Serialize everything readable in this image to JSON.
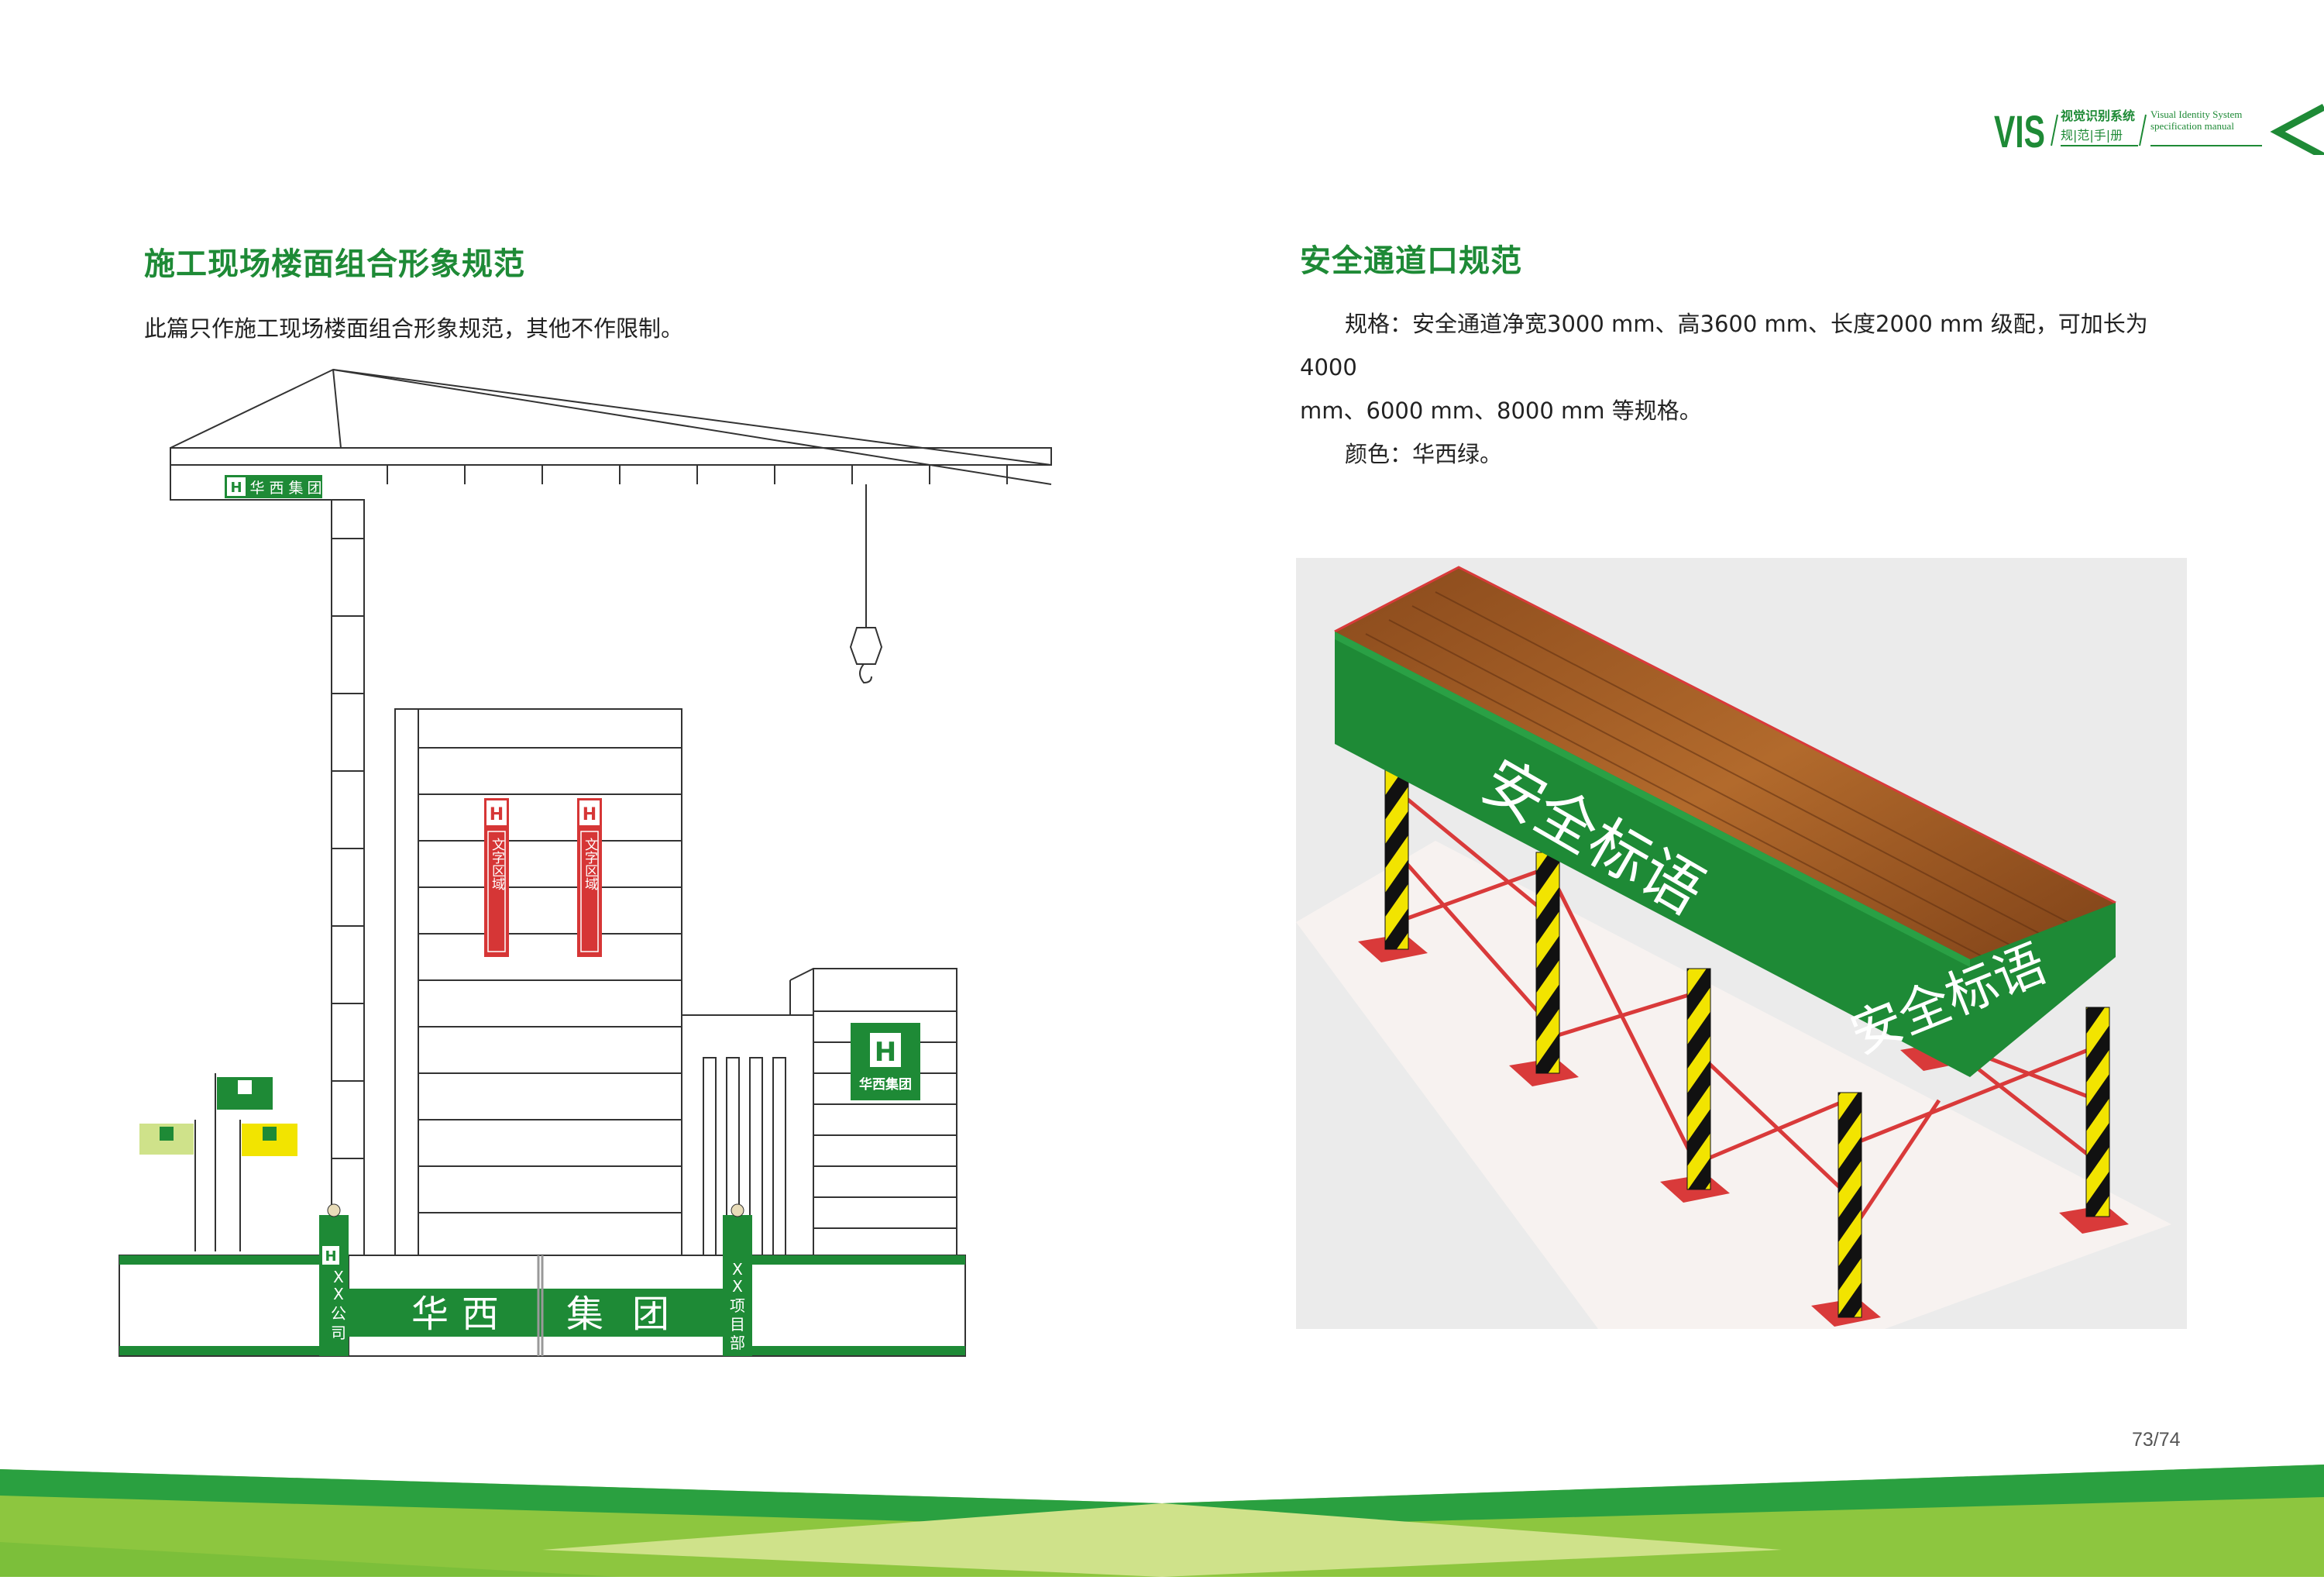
{
  "header": {
    "vis": "VIS",
    "cn_title": "视觉识别系统",
    "cn_sub": "规|范|手|册",
    "en_line1": "Visual Identity System",
    "en_line2": "specification manual"
  },
  "left": {
    "title": "施工现场楼面组合形象规范",
    "description": "此篇只作施工现场楼面组合形象规范，其他不作限制。",
    "crane_sign": [
      "华",
      "西",
      "集",
      "团"
    ],
    "banner_text": "文字区域",
    "building_sign_text": "华西集团",
    "gate_text": [
      "华",
      "西",
      "集",
      "团"
    ],
    "gate_left_pillar": [
      "X",
      "X",
      "公",
      "司"
    ],
    "gate_right_pillar": [
      "X",
      "X",
      "项",
      "目",
      "部"
    ]
  },
  "right": {
    "title": "安全通道口规范",
    "spec_line1": "规格：安全通道净宽3000 mm、高3600 mm、长度2000 mm 级配，可加长为4000",
    "spec_line2": "mm、6000 mm、8000 mm 等规格。",
    "color_line": "颜色：华西绿。",
    "slogan_side": "安全标语",
    "slogan_front": "安全标语"
  },
  "page_number": "73/74",
  "colors": {
    "brand_green": "#1e8a36",
    "light_green": "#cfe28a",
    "lime": "#8dc63f",
    "red": "#d93a3a",
    "yellow": "#f2e400"
  }
}
